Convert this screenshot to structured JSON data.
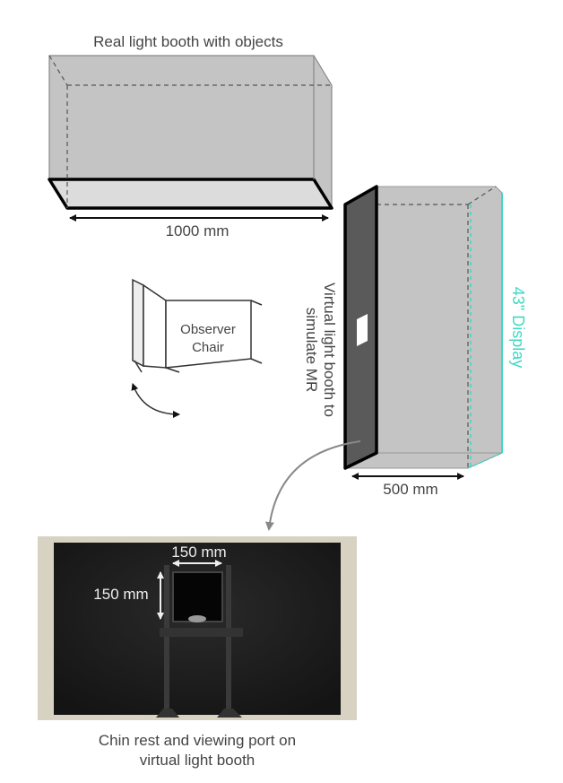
{
  "labels": {
    "real_booth": "Real light booth with objects",
    "width_1000": "1000 mm",
    "virtual_booth_line1": "Virtual light booth to",
    "virtual_booth_line2": "simulate MR",
    "display": "43\" Display",
    "width_500": "500 mm",
    "chair_line1": "Observer",
    "chair_line2": "Chair",
    "port_width": "150 mm",
    "port_height": "150 mm",
    "caption_line1": "Chin rest and viewing port on",
    "caption_line2": "virtual light booth"
  },
  "colors": {
    "display_accent": "#3fd9c4",
    "text": "#444444",
    "box_fill": "#c4c4c4",
    "panel_fill": "#5a5a5a"
  }
}
